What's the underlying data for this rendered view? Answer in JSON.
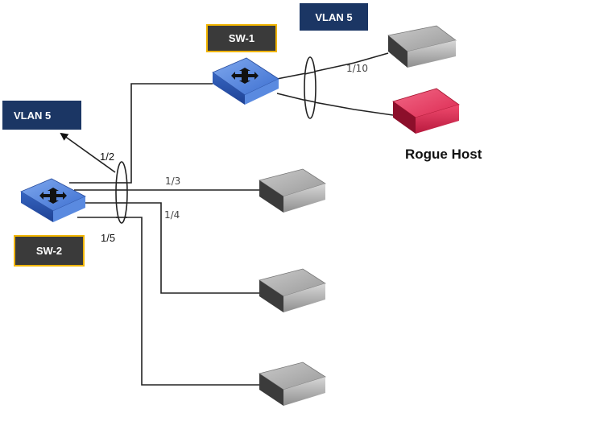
{
  "labels": {
    "vlan_top": "VLAN 5",
    "vlan_left": "VLAN 5",
    "sw1": "SW-1",
    "sw2": "SW-2",
    "rogue_host": "Rogue Host"
  },
  "ports": {
    "p1_10": "1/10",
    "p1_2": "1/2",
    "p1_3": "1/3",
    "p1_4": "1/4",
    "p1_5": "1/5"
  },
  "colors": {
    "vlan_bg": "#1b3664",
    "switch_label_bg": "#3a3a3a",
    "switch_label_border": "#f0b400",
    "switch_blue": "#4a7fd6",
    "host_gray": "#a8a8a8",
    "rogue_red": "#e8345a"
  },
  "nodes": [
    {
      "id": "sw1",
      "type": "switch",
      "name": "SW-1"
    },
    {
      "id": "sw2",
      "type": "switch",
      "name": "SW-2"
    },
    {
      "id": "host-top",
      "type": "host"
    },
    {
      "id": "rogue",
      "type": "rogue-host",
      "name": "Rogue Host"
    },
    {
      "id": "host-1-3",
      "type": "host"
    },
    {
      "id": "host-1-4",
      "type": "host"
    },
    {
      "id": "host-1-5",
      "type": "host"
    }
  ]
}
